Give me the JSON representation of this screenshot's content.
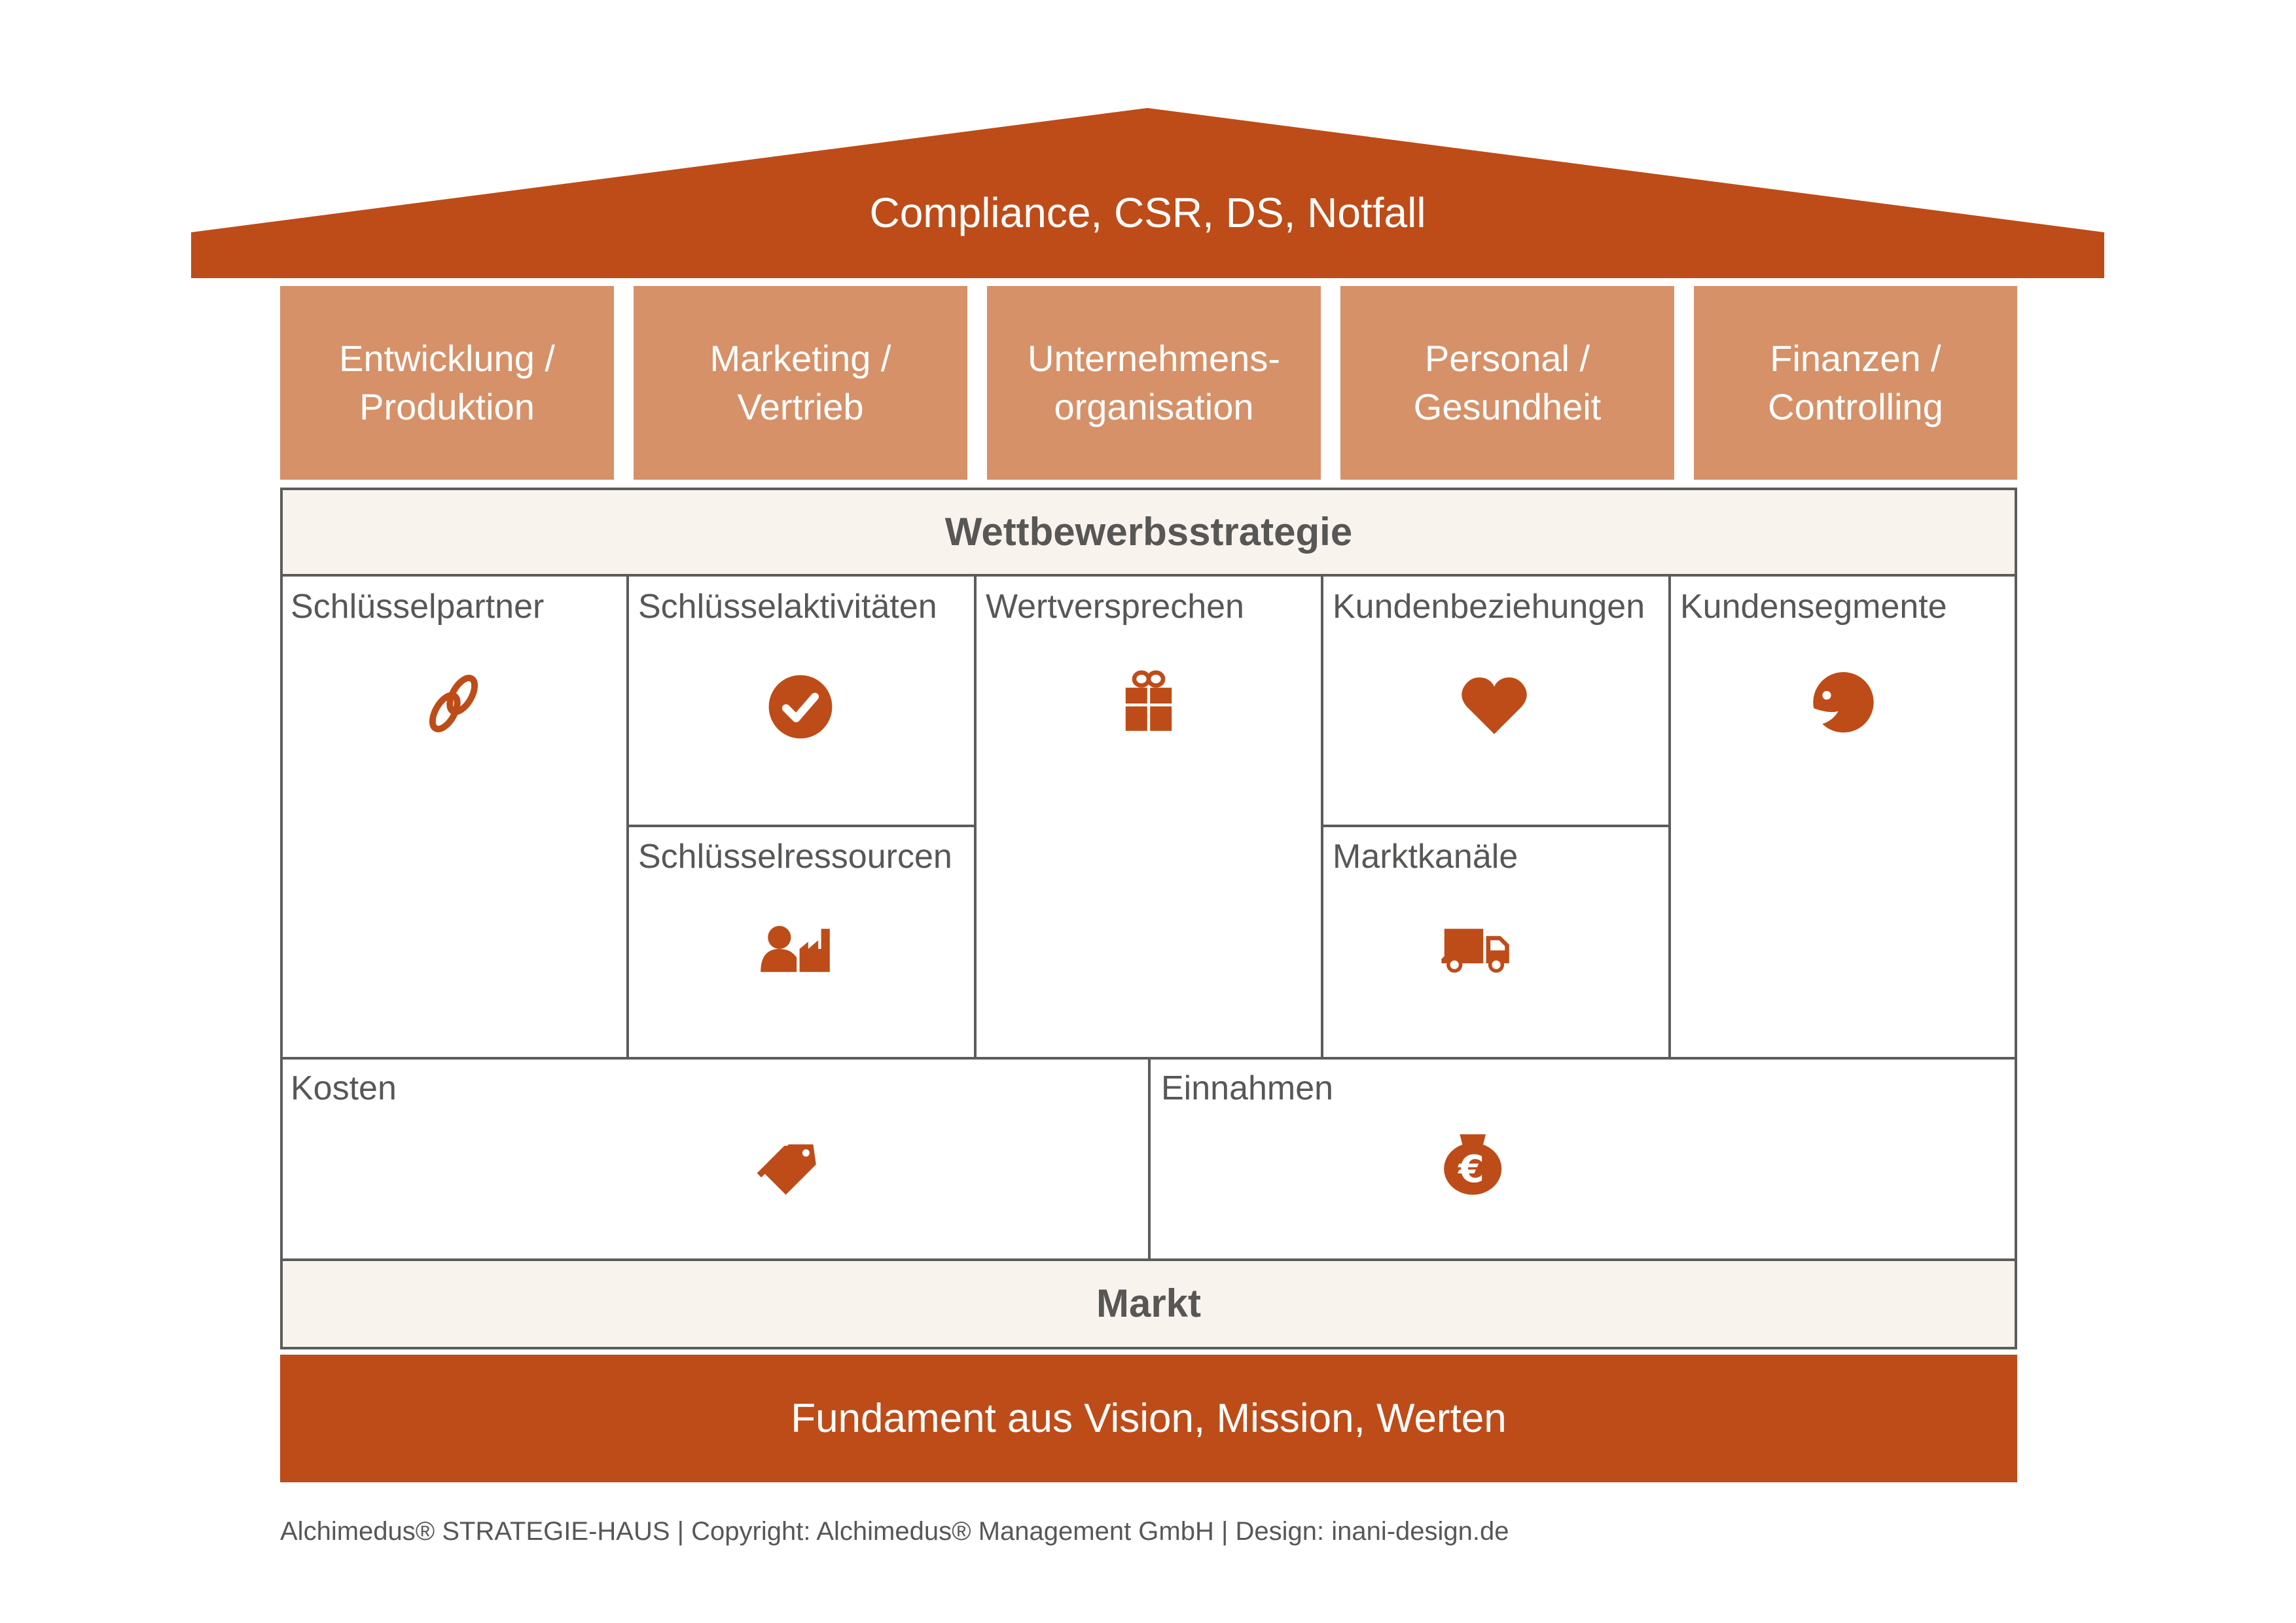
{
  "colors": {
    "roof": "#be4c18",
    "pillar": "#d69169",
    "band": "#f9f3ee",
    "line": "#5c5c5b",
    "text_dark": "#575756",
    "icon": "#be4c18",
    "foundation": "#be4c18"
  },
  "roof": {
    "label": "Compliance, CSR, DS, Notfall"
  },
  "pillars": [
    {
      "line1": "Entwicklung /",
      "line2": "Produktion"
    },
    {
      "line1": "Marketing /",
      "line2": "Vertrieb"
    },
    {
      "line1": "Unternehmens-",
      "line2": "organisation"
    },
    {
      "line1": "Personal /",
      "line2": "Gesundheit"
    },
    {
      "line1": "Finanzen /",
      "line2": "Controlling"
    }
  ],
  "strategy_band": {
    "label": "Wettbewerbsstrategie"
  },
  "canvas": {
    "key_partners": {
      "title": "Schlüsselpartner",
      "icon": "link-icon"
    },
    "key_activities": {
      "title": "Schlüsselaktivitäten",
      "icon": "check-circle-icon"
    },
    "key_resources": {
      "title": "Schlüsselressourcen",
      "icon": "person-factory-icon"
    },
    "value_propositions": {
      "title": "Wertversprechen",
      "icon": "gift-icon"
    },
    "customer_relationships": {
      "title": "Kundenbeziehungen",
      "icon": "heart-icon"
    },
    "channels": {
      "title": "Marktkanäle",
      "icon": "truck-icon"
    },
    "customer_segments": {
      "title": "Kundensegmente",
      "icon": "customer-face-icon"
    },
    "costs": {
      "title": "Kosten",
      "icon": "price-tag-icon"
    },
    "revenues": {
      "title": "Einnahmen",
      "icon": "euro-moneybag-icon"
    }
  },
  "market_band": {
    "label": "Markt"
  },
  "foundation": {
    "label": "Fundament aus Vision, Mission, Werten"
  },
  "footer": {
    "text": "Alchimedus® STRATEGIE-HAUS | Copyright: Alchimedus® Management GmbH | Design: inani-design.de"
  }
}
